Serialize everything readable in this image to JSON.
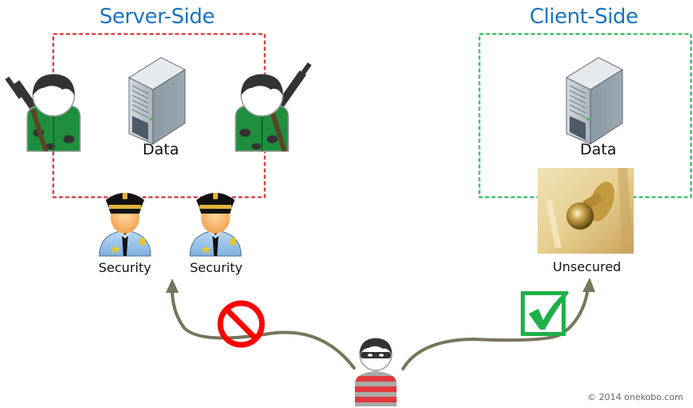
{
  "server_side": {
    "title": "Server-Side",
    "border_color": "#cc1f1f",
    "data_label": "Data",
    "guards": [
      {
        "role": "soldier",
        "icon": "armed-soldier-icon"
      },
      {
        "role": "soldier",
        "icon": "armed-soldier-icon"
      }
    ],
    "security": [
      {
        "label": "Security",
        "icon": "police-officer-icon"
      },
      {
        "label": "Security",
        "icon": "police-officer-icon"
      }
    ],
    "access_status": "blocked",
    "status_icon": "prohibited-icon"
  },
  "client_side": {
    "title": "Client-Side",
    "border_color": "#1fb04a",
    "data_label": "Data",
    "door_label": "Unsecured",
    "door_icon": "door-knob-icon",
    "access_status": "allowed",
    "status_icon": "checkbox-checked-icon"
  },
  "actor": {
    "role": "thief",
    "icon": "burglar-icon"
  },
  "colors": {
    "title": "#1a74c0",
    "arrow": "#77755c",
    "prohibited": "#ff0000",
    "check": "#1fb04a"
  },
  "footer": {
    "copyright": "© 2014 onekobo.com"
  }
}
